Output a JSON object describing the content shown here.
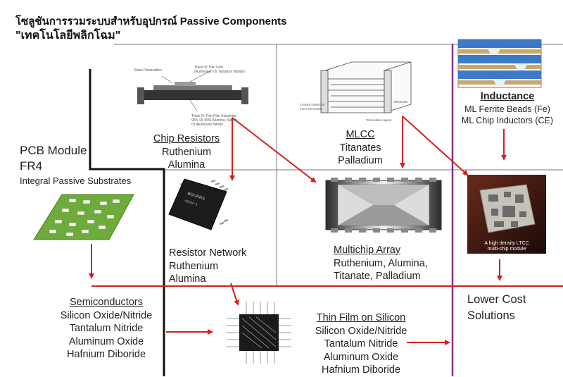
{
  "title": {
    "line1": "โซลูชันการรวมระบบสำหรับอุปกรณ์ Passive Components",
    "line2": "\"เทคโนโลยีพลิกโฉม\""
  },
  "pcb_module": {
    "line1": "PCB Module",
    "line2": "FR4",
    "line3": "Integral Passive Substrates"
  },
  "chip_resistors": {
    "heading": "Chip Resistors",
    "items": [
      "Ruthenium",
      "Alumina"
    ]
  },
  "mlcc": {
    "heading": "MLCC",
    "items": [
      "Titanates",
      "Palladium"
    ]
  },
  "inductance": {
    "heading": "Inductance",
    "items": [
      "ML Ferrite Beads (Fe)",
      "ML Chip Inductors (CE)"
    ]
  },
  "resistor_network": {
    "heading": "Resistor Network",
    "items": [
      "Ruthenium",
      "Alumina"
    ]
  },
  "multichip_array": {
    "heading": "Multichip Array",
    "items": [
      "Ruthenium, Alumina,",
      "Titanate, Palladium"
    ]
  },
  "semiconductors": {
    "heading": "Semiconductors",
    "items": [
      "Silicon Oxide/Nitride",
      "Tantalum Nitride",
      "Aluminum Oxide",
      "Hafnium Diboride"
    ]
  },
  "thin_film": {
    "heading": "Thin Film on Silicon",
    "items": [
      "Silicon Oxide/Nitride",
      "Tantalum Nitride",
      "Aluminum Oxide",
      "Hafnium Diboride"
    ]
  },
  "lower_cost": {
    "line1": "Lower Cost",
    "line2": "Solutions"
  },
  "ltcc_caption": {
    "line1": "A high density LTCC",
    "line2": "multi-chip module"
  },
  "colors": {
    "arrow": "#d42020",
    "divider_purple": "#8a2a8a",
    "line_black": "#111111",
    "grid_gray": "#777777"
  }
}
